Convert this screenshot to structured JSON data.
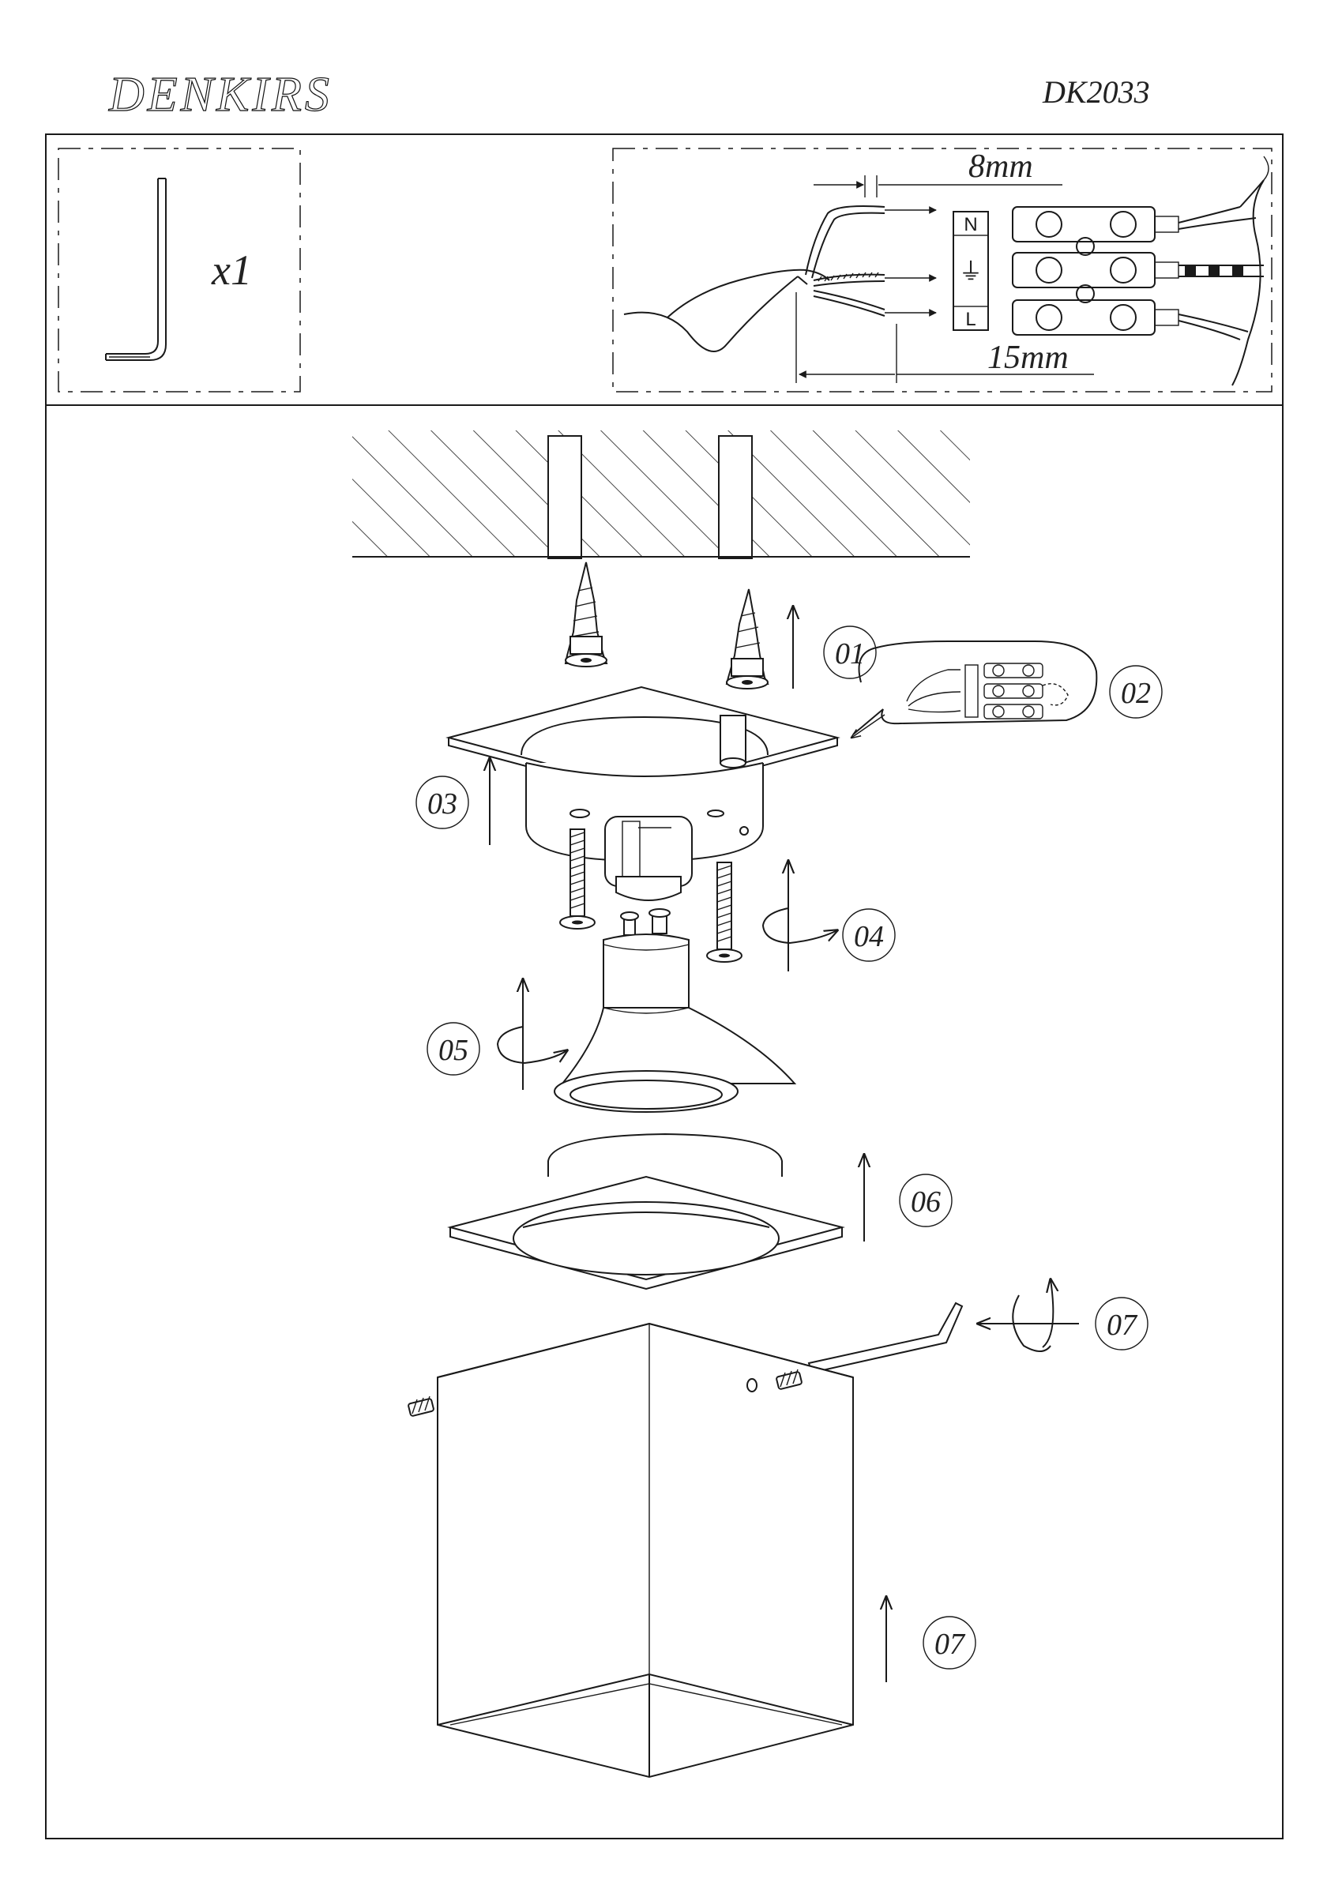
{
  "header": {
    "brand": "DENKIRS",
    "model": "DK2033"
  },
  "accessories": {
    "hex_key_quantity": "x1"
  },
  "wiring": {
    "strip_length_small": "8mm",
    "strip_length_large": "15mm",
    "terminal_labels": [
      "N",
      "⏚",
      "L"
    ]
  },
  "steps": {
    "s01": "01",
    "s02": "02",
    "s03": "03",
    "s04": "04",
    "s05": "05",
    "s06": "06",
    "s07a": "07",
    "s07b": "07"
  }
}
